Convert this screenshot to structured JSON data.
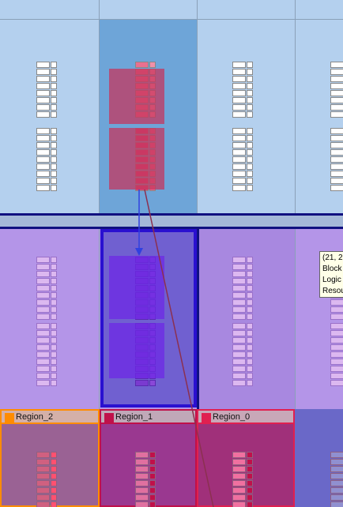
{
  "regions": [
    {
      "name": "Region_2",
      "color": "#ff8c00"
    },
    {
      "name": "Region_1",
      "color": "#c0104a"
    },
    {
      "name": "Region_0",
      "color": "#e02050"
    }
  ],
  "tooltip": {
    "line1": "(21, 2",
    "line2": "Block",
    "line3": "Logic",
    "line4": "Resou"
  },
  "colors": {
    "tile_bg_top": "#b4d0ee",
    "tile_bg_selected": "#6ea5d8",
    "tile_bg_middle": "#b495e8",
    "tile_bg_middle_selected": "#7060d0",
    "row_border": "#101080",
    "net_line": "#8b3050",
    "net_arrow": "#3040e0"
  }
}
